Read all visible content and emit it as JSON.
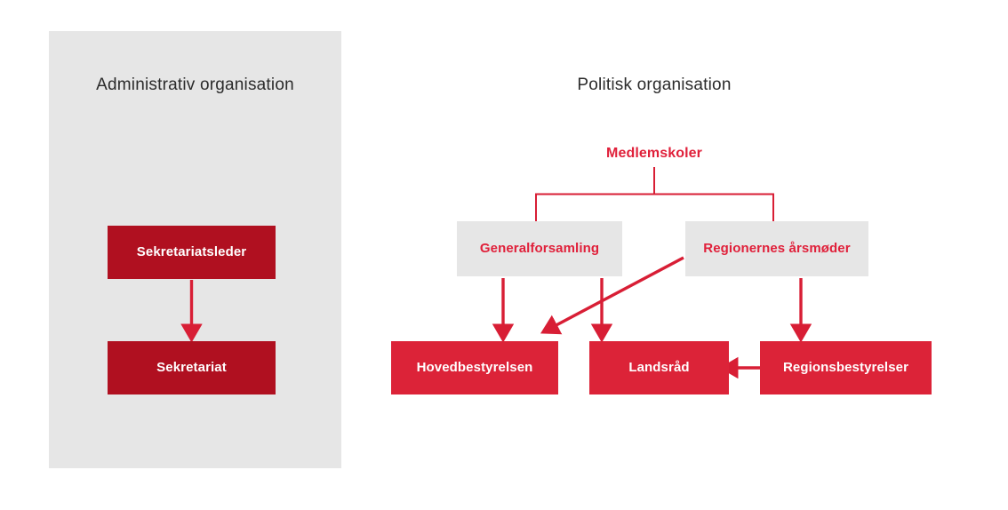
{
  "diagram": {
    "title_admin": "Administrativ organisation",
    "title_political": "Politisk organisation",
    "colors": {
      "panel_grey": "#E6E6E6",
      "box_dark_red": "#B01020",
      "box_bright_red": "#DC2338",
      "text_red": "#E0203A",
      "connector_red": "#D81E35",
      "title_text": "#2B2B2B"
    }
  },
  "admin": {
    "nodes": [
      {
        "label": "Sekretariatsleder",
        "style": "dark-red"
      },
      {
        "label": "Sekretariat",
        "style": "dark-red"
      }
    ],
    "connector_label": "arrow-sekretariatsleder-to-sekretariat"
  },
  "political": {
    "root": {
      "label": "Medlemskoler",
      "style": "text-only"
    },
    "middle": [
      {
        "label": "Generalforsamling",
        "style": "grey"
      },
      {
        "label": "Regionernes årsmøder",
        "style": "grey"
      }
    ],
    "bottom": [
      {
        "label": "Hovedbestyrelsen",
        "style": "bright-red"
      },
      {
        "label": "Landsråd",
        "style": "bright-red"
      },
      {
        "label": "Regionsbestyrelser",
        "style": "bright-red"
      }
    ],
    "connectors": [
      "medlemskoler-to-generalforsamling",
      "medlemskoler-to-regionernes-aarsmoeder",
      "generalforsamling-to-hovedbestyrelsen",
      "regionernes-aarsmoeder-to-hovedbestyrelsen",
      "regionernes-aarsmoeder-to-landsraad",
      "regionernes-aarsmoeder-to-regionsbestyrelser",
      "regionsbestyrelser-to-landsraad"
    ]
  }
}
